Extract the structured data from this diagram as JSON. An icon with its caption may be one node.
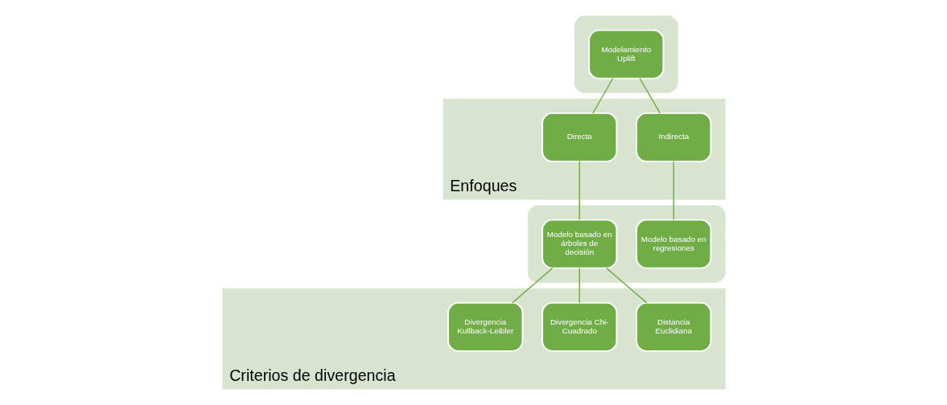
{
  "diagram": {
    "nodes": [
      {
        "text": [],
        "shape": "box"
      },
      {
        "text": [
          "Modelamiento Uplift"
        ],
        "in": 0
      },
      {
        "text": [
          "Enfoques"
        ]
      },
      {
        "text": [
          "Directa"
        ],
        "in": 2
      },
      {
        "text": [
          "Indirecta"
        ],
        "in": 2
      },
      {
        "text": [],
        "shape": "box"
      },
      {
        "text": [
          "Modelo basado en árboles de decisión"
        ],
        "in": 5
      },
      {
        "text": [
          "Modelo basado en regresiones"
        ],
        "in": 5
      },
      {
        "text": [
          "Criterios de divergencia"
        ]
      },
      {
        "text": [
          "Divergencia Kullback-Leibler"
        ],
        "in": 8
      },
      {
        "text": [
          "Divergencia Chi-Cuadrado"
        ],
        "in": 8
      },
      {
        "text": [
          "Distancia Euclidiana"
        ],
        "in": 8
      }
    ],
    "edges": [
      {
        "from": 1,
        "to": 3,
        "arrow": "none"
      },
      {
        "from": 1,
        "to": 4,
        "arrow": "none"
      },
      {
        "from": 3,
        "to": 6,
        "arrow": "none"
      },
      {
        "from": 4,
        "to": 7,
        "arrow": "none"
      },
      {
        "from": 6,
        "to": 9,
        "arrow": "none"
      },
      {
        "from": 6,
        "to": 10,
        "arrow": "none"
      },
      {
        "from": 6,
        "to": 11,
        "arrow": "none"
      }
    ]
  }
}
